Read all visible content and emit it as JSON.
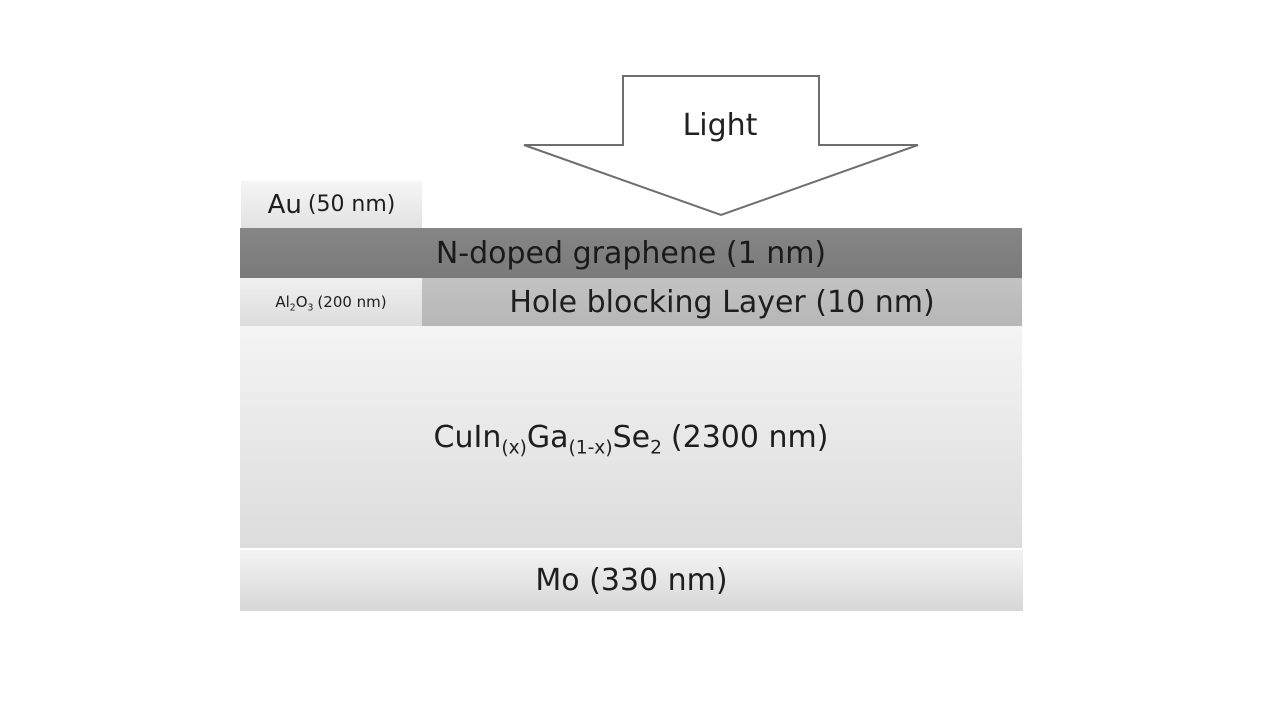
{
  "arrow": {
    "label": "Light"
  },
  "layers": {
    "au": {
      "name": "Au",
      "thickness": "(50 nm)"
    },
    "graphene": {
      "label": "N-doped graphene (1 nm)"
    },
    "al2o3": {
      "el1": "Al",
      "sub1": "2",
      "el2": "O",
      "sub2": "3",
      "thickness": "(200 nm)"
    },
    "hole_blocking": {
      "label": "Hole blocking Layer (10 nm)"
    },
    "cigs": {
      "p1": "CuIn",
      "s1": "(x)",
      "p2": "Ga",
      "s2": "(1-x)",
      "p3": "Se",
      "s3": "2",
      "thickness": "(2300 nm)"
    },
    "mo": {
      "label": "Mo (330 nm)"
    }
  },
  "colors": {
    "arrow_fill": "#ffffff",
    "arrow_stroke": "#6e6e6e",
    "graphene": "#808080",
    "hole_blocking": "#bdbdbd",
    "cigs": "#e8e8e8",
    "mo": "#e5e5e5",
    "au": "#ececec",
    "al2o3": "#e6e6e6"
  }
}
